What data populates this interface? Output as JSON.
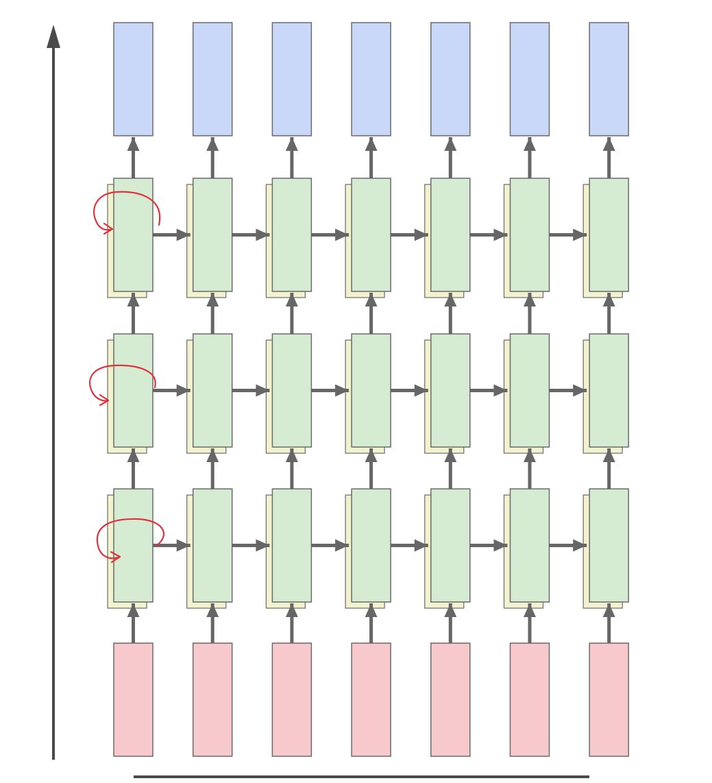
{
  "diagram": {
    "columns": 7,
    "hidden_layers": 3,
    "colors": {
      "output_fill": "#c9d8f8",
      "hidden_fill": "#d5ebd2",
      "hidden_shadow_fill": "#f3f2cf",
      "input_fill": "#f7c9cd",
      "box_stroke": "#6a6a6a",
      "arrow": "#666666",
      "axis": "#4a4a4a",
      "annotation": "#e0323c"
    },
    "output_row": {
      "label": ""
    },
    "input_row": {
      "label": ""
    },
    "hidden_row": {
      "label": ""
    },
    "vertical_axis": {
      "label": ""
    },
    "horizontal_axis": {
      "label": ""
    },
    "annotations": {
      "recurrent_loops": 3,
      "loop_icon": "curved-arrow-icon"
    }
  }
}
